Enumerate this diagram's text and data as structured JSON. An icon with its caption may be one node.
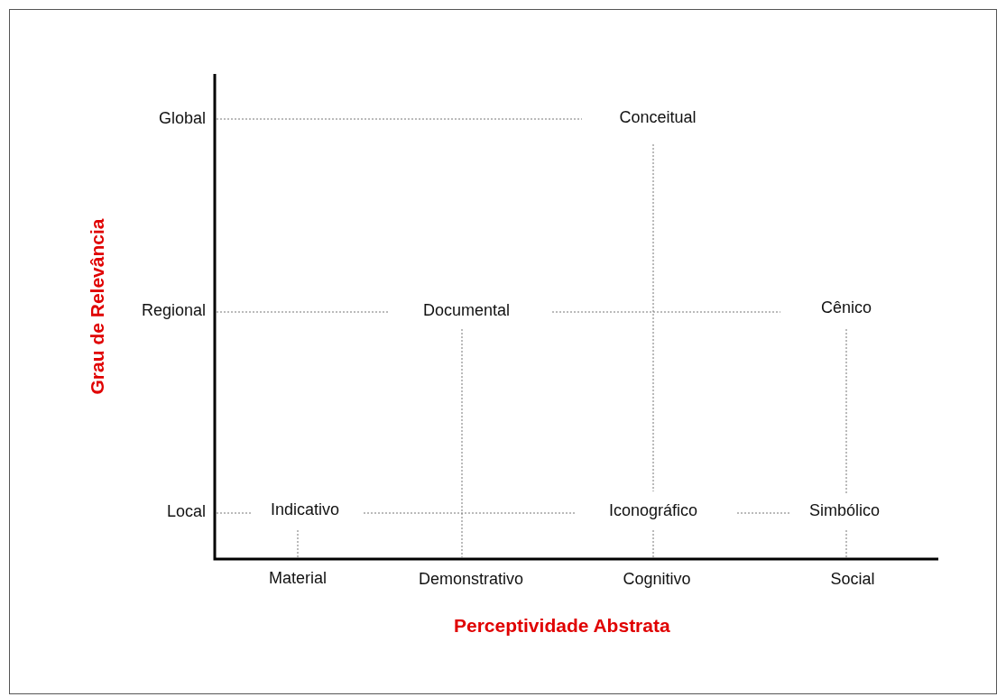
{
  "diagram": {
    "labels": [
      "Global",
      "Conceitual",
      "Grau de Relevância",
      "Regional",
      "Documental",
      "Cênico",
      "Local",
      "Indicativo",
      "Iconográfico",
      "Simbólico",
      "Material",
      "Demonstrativo",
      "Cognitivo",
      "Social",
      "Perceptividade Abstrata"
    ]
  }
}
